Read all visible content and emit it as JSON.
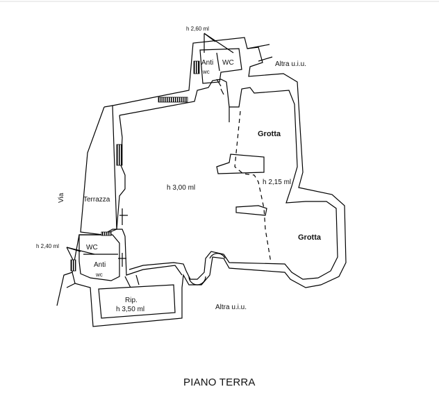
{
  "plan": {
    "title": "PIANO TERRA",
    "labels": {
      "h_260": "h 2,60 ml",
      "anti_top": "Anti",
      "wc_small_top": "wc",
      "wc_top": "WC",
      "altra_uiu_top": "Altra u.i.u.",
      "grotta_top": "Grotta",
      "h_215": "h 2,15 ml",
      "h_300": "h 3,00 ml",
      "grotta_bottom": "Grotta",
      "via": "Via",
      "terrazza": "Terrazza",
      "h_240": "h 2,40 ml",
      "wc_left": "WC",
      "anti_left": "Anti",
      "wc_small_left": "wc",
      "rip": "Rip.",
      "h_350": "h 3,50 ml",
      "altra_uiu_bottom": "Altra u.i.u."
    }
  }
}
